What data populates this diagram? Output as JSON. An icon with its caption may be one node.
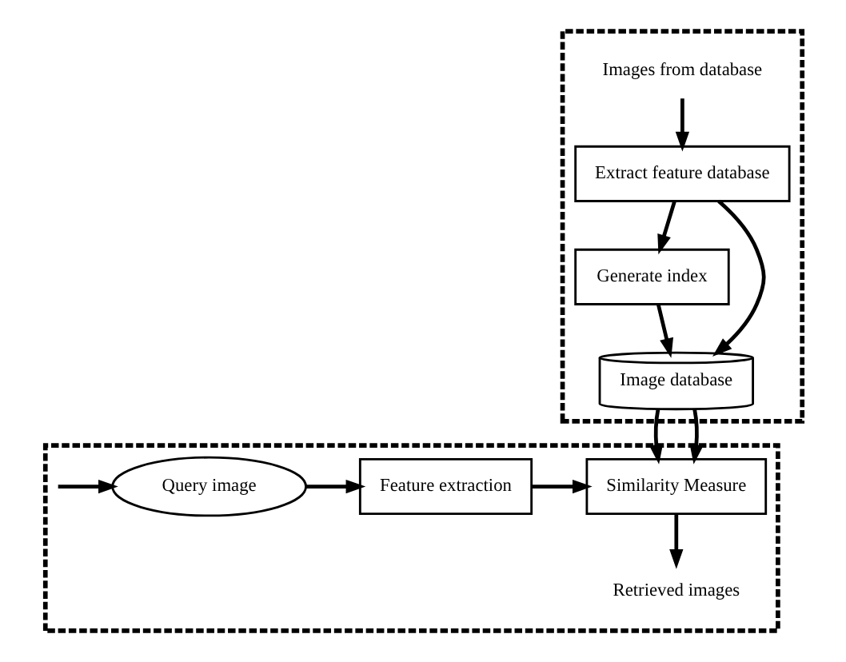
{
  "diagram": {
    "nodes": [
      {
        "text": [],
        "shape": "box"
      },
      {
        "text": [
          "Images from database"
        ],
        "in": 0
      },
      {
        "text": [
          "Extract feature database"
        ],
        "in": 0
      },
      {
        "text": [
          "Generate index"
        ],
        "in": 0
      },
      {
        "text": [
          "Image database"
        ],
        "in": 0
      },
      {
        "text": [],
        "shape": "box"
      },
      {
        "text": [
          "Query image"
        ],
        "in": 5
      },
      {
        "text": [
          "Feature extraction"
        ],
        "in": 5
      },
      {
        "text": [
          "Similarity Measure"
        ],
        "in": 5
      },
      {
        "text": [
          "Retrieved images"
        ],
        "in": 5
      }
    ],
    "edges": [
      {
        "from": 1,
        "to": 2,
        "arrow": "to"
      },
      {
        "from": 2,
        "to": 3,
        "arrow": "to"
      },
      {
        "from": 2,
        "to": 4,
        "arrow": "to"
      },
      {
        "from": 3,
        "to": 4,
        "arrow": "to"
      },
      {
        "from": 4,
        "to": 8,
        "arrow": "to"
      },
      {
        "from": 4,
        "to": 8,
        "arrow": "to"
      },
      {
        "from": null,
        "to": 6,
        "arrow": "to"
      },
      {
        "from": 6,
        "to": 7,
        "arrow": "to"
      },
      {
        "from": 7,
        "to": 8,
        "arrow": "to"
      },
      {
        "from": 8,
        "to": 9,
        "arrow": "to"
      }
    ]
  }
}
